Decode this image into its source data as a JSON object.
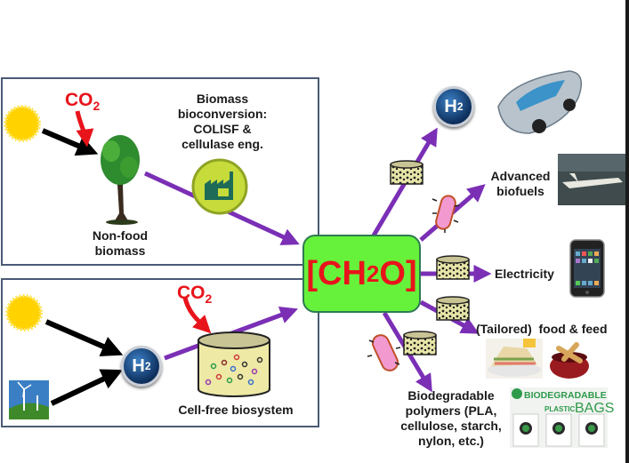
{
  "top_panel": {
    "co2_label": "CO",
    "co2_sub": "2",
    "tree_label_line1": "Non-food",
    "tree_label_line2": "biomass",
    "process_line1": "Biomass",
    "process_line2": "bioconversion:",
    "process_line3": "COLISF &",
    "process_line4": "cellulase eng.",
    "sun_icon": "sun-icon",
    "tree_icon": "tree-icon",
    "factory_icon": "factory-icon"
  },
  "bottom_panel": {
    "co2_label": "CO",
    "co2_sub": "2",
    "h2_label": "H",
    "h2_sub": "2",
    "biosystem_label": "Cell-free biosystem",
    "sun_icon": "sun-icon",
    "wind_icon": "wind-turbine-icon"
  },
  "center": {
    "formula_open": "[CH",
    "formula_sub": "2",
    "formula_close": "O]"
  },
  "outputs": {
    "h2_label": "H",
    "h2_sub": "2",
    "biofuels_line1": "Advanced",
    "biofuels_line2": "biofuels",
    "electricity": "Electricity",
    "food_feed": "(Tailored)  food & feed",
    "polymers_line1": "Biodegradable",
    "polymers_line2": "polymers (PLA,",
    "polymers_line3": "cellulose, starch,",
    "polymers_line4": "nylon, etc.)",
    "bags_line1": "BIODEGRADABLE",
    "bags_line2a": "PLASTIC",
    "bags_line2b": "BAGS"
  },
  "colors": {
    "arrow_purple": "#7a2fb5",
    "co2_red": "#e8141b",
    "center_green": "#66f23a",
    "box_border": "#4a5a75"
  }
}
